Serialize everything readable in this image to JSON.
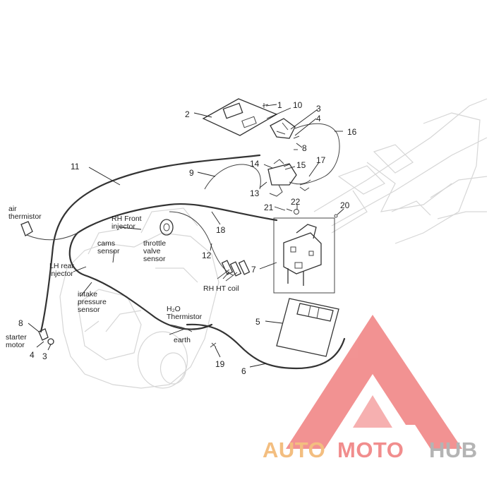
{
  "callouts": [
    {
      "id": "c1",
      "text": "1"
    },
    {
      "id": "c2",
      "text": "2"
    },
    {
      "id": "c3a",
      "text": "3"
    },
    {
      "id": "c4a",
      "text": "4"
    },
    {
      "id": "c5",
      "text": "5"
    },
    {
      "id": "c6",
      "text": "6"
    },
    {
      "id": "c7",
      "text": "7"
    },
    {
      "id": "c8a",
      "text": "8"
    },
    {
      "id": "c9",
      "text": "9"
    },
    {
      "id": "c10",
      "text": "10"
    },
    {
      "id": "c11",
      "text": "11"
    },
    {
      "id": "c12",
      "text": "12"
    },
    {
      "id": "c13",
      "text": "13"
    },
    {
      "id": "c14",
      "text": "14"
    },
    {
      "id": "c15",
      "text": "15"
    },
    {
      "id": "c16",
      "text": "16"
    },
    {
      "id": "c17",
      "text": "17"
    },
    {
      "id": "c18",
      "text": "18"
    },
    {
      "id": "c19",
      "text": "19"
    },
    {
      "id": "c20",
      "text": "20"
    },
    {
      "id": "c21",
      "text": "21"
    },
    {
      "id": "c22",
      "text": "22"
    },
    {
      "id": "c8b",
      "text": "8"
    },
    {
      "id": "c4b",
      "text": "4"
    },
    {
      "id": "c3b",
      "text": "3"
    }
  ],
  "labels": {
    "air_thermistor": [
      "air",
      "thermistor"
    ],
    "rh_front_injector": [
      "RH Front",
      "injector"
    ],
    "cams_sensor": [
      "cams",
      "sensor"
    ],
    "throttle_valve_sensor": [
      "throttle",
      "valve",
      "sensor"
    ],
    "lh_rear_injector": [
      "LH rear",
      "injector"
    ],
    "intake_pressure_sensor": [
      "intake",
      "pressure",
      "sensor"
    ],
    "rh_ht_coil": [
      "RH HT coil"
    ],
    "h2o_thermistor": [
      "H₂O",
      "Thermistor"
    ],
    "earth": [
      "earth"
    ],
    "starter_motor": [
      "starter",
      "motor"
    ]
  },
  "watermark": {
    "part1": "AUTO",
    "part2": "MOTO",
    "part3": "HUB",
    "color_orange": "#f2b36a",
    "color_red": "#ef7a7a",
    "color_gray": "#a8a8a8"
  },
  "colors": {
    "line": "#333333",
    "ghost": "#d6d6d6"
  }
}
